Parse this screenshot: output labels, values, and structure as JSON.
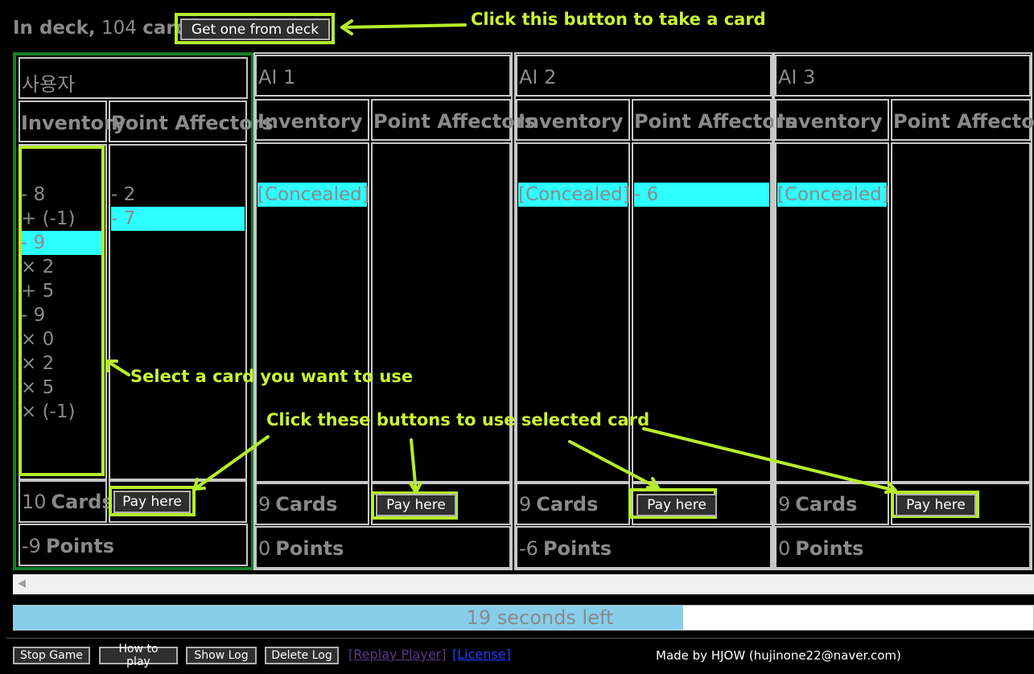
{
  "deck": {
    "label": "In deck,",
    "count": "104",
    "unit": "cards",
    "button": "Get one from deck"
  },
  "annotations": {
    "take": "Click this button to take a card",
    "select": "Select a card you want to use",
    "use": "Click these buttons to use selected card"
  },
  "players": [
    {
      "name": "사용자",
      "inventory_header": "Inventory",
      "affectors_header": "Point Affectors",
      "inventory": [
        "- 8",
        "+ (-1)",
        "- 9",
        "× 2",
        "+ 5",
        "- 9",
        "× 0",
        "× 2",
        "× 5",
        "× (-1)"
      ],
      "inventory_selected": 2,
      "affectors": [
        "- 2",
        "- 7"
      ],
      "affectors_selected": 1,
      "cards_num": "10",
      "cards_label": "Cards",
      "pay": "Pay here",
      "points_num": "-9",
      "points_label": "Points"
    },
    {
      "name": "AI 1",
      "inventory_header": "Inventory",
      "affectors_header": "Point Affectors",
      "inventory": [
        "[Concealed]"
      ],
      "affectors": [],
      "cards_num": "9",
      "cards_label": "Cards",
      "pay": "Pay here",
      "points_num": "0",
      "points_label": "Points"
    },
    {
      "name": "AI 2",
      "inventory_header": "Inventory",
      "affectors_header": "Point Affectors",
      "inventory": [
        "[Concealed]"
      ],
      "affectors": [
        "- 6"
      ],
      "cards_num": "9",
      "cards_label": "Cards",
      "pay": "Pay here",
      "points_num": "-6",
      "points_label": "Points"
    },
    {
      "name": "AI 3",
      "inventory_header": "Inventory",
      "affectors_header": "Point Affectors",
      "inventory": [
        "[Concealed]"
      ],
      "affectors": [],
      "cards_num": "9",
      "cards_label": "Cards",
      "pay": "Pay here",
      "points_num": "0",
      "points_label": "Points"
    }
  ],
  "timer": {
    "text": "19 seconds left",
    "fraction": 0.657
  },
  "footer": {
    "stop": "Stop Game",
    "howto": "How to play",
    "showlog": "Show Log",
    "deletelog": "Delete Log",
    "replay": "[Replay Player]",
    "license": "[License]",
    "credit": "Made by HJOW (hujinone22@naver.com)"
  },
  "colors": {
    "accent": "#b6ec2b",
    "selected": "#2dffff",
    "timer": "#87ceeb",
    "player_border": "#1a7f2a"
  }
}
